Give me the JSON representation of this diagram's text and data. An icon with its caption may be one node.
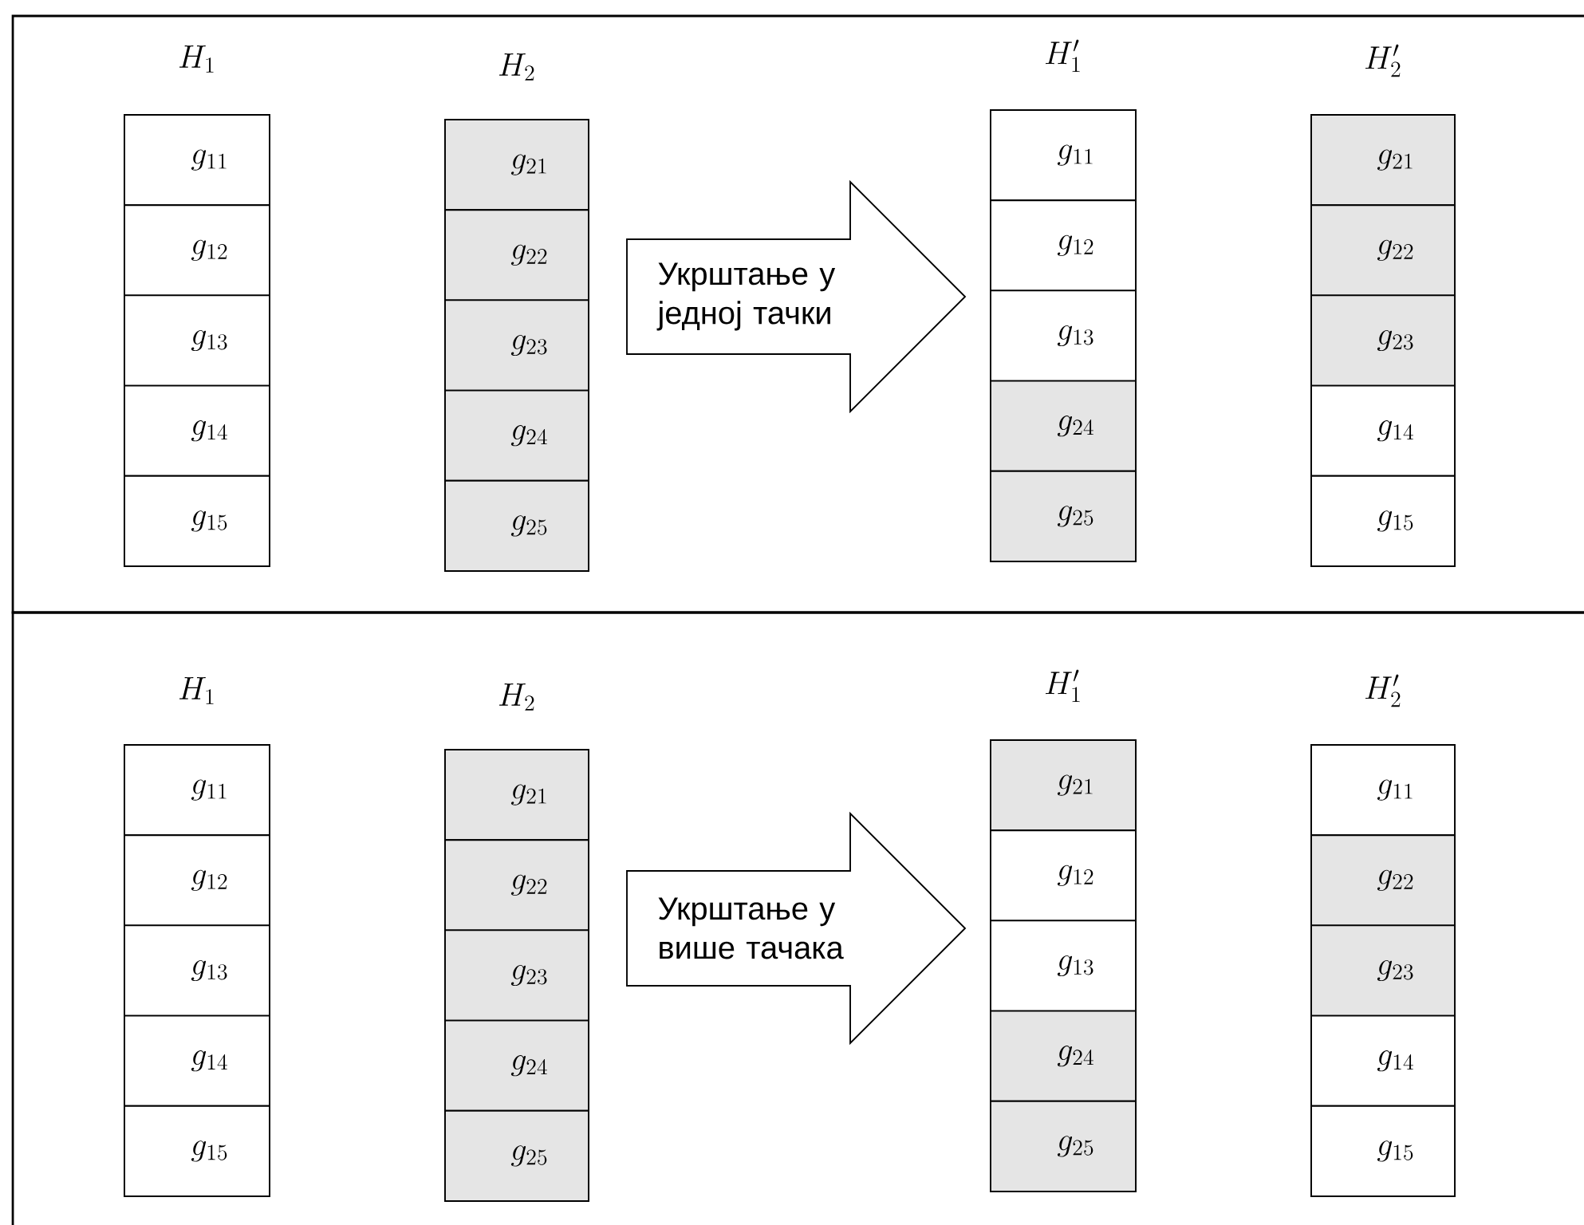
{
  "diagram": {
    "nodes": [
      {
        "text": [],
        "shape": "box"
      },
      {
        "text": [
          "H_1"
        ],
        "in": 0
      },
      {
        "text": [
          "g_{11}"
        ],
        "in": 1
      },
      {
        "text": [
          "g_{12}"
        ],
        "in": 1
      },
      {
        "text": [
          "g_{13}"
        ],
        "in": 1
      },
      {
        "text": [
          "g_{14}"
        ],
        "in": 1
      },
      {
        "text": [
          "g_{15}"
        ],
        "in": 1
      },
      {
        "text": [
          "H_2"
        ],
        "in": 0
      },
      {
        "text": [
          "g_{21}"
        ],
        "in": 7
      },
      {
        "text": [
          "g_{22}"
        ],
        "in": 7
      },
      {
        "text": [
          "g_{23}"
        ],
        "in": 7
      },
      {
        "text": [
          "g_{24}"
        ],
        "in": 7
      },
      {
        "text": [
          "g_{25}"
        ],
        "in": 7
      },
      {
        "text": [
          "Укрштање у једној тачки"
        ],
        "in": 0
      },
      {
        "text": [
          "H_1'"
        ],
        "in": 0
      },
      {
        "text": [
          "g_{11}"
        ],
        "in": 14
      },
      {
        "text": [
          "g_{12}"
        ],
        "in": 14
      },
      {
        "text": [
          "g_{13}"
        ],
        "in": 14
      },
      {
        "text": [
          "g_{24}"
        ],
        "in": 14
      },
      {
        "text": [
          "g_{25}"
        ],
        "in": 14
      },
      {
        "text": [
          "H_2'"
        ],
        "in": 0
      },
      {
        "text": [
          "g_{21}"
        ],
        "in": 20
      },
      {
        "text": [
          "g_{22}"
        ],
        "in": 20
      },
      {
        "text": [
          "g_{23}"
        ],
        "in": 20
      },
      {
        "text": [
          "g_{14}"
        ],
        "in": 20
      },
      {
        "text": [
          "g_{15}"
        ],
        "in": 20
      },
      {
        "text": [],
        "shape": "box"
      },
      {
        "text": [
          "H_1"
        ],
        "in": 26
      },
      {
        "text": [
          "g_{11}"
        ],
        "in": 27
      },
      {
        "text": [
          "g_{12}"
        ],
        "in": 27
      },
      {
        "text": [
          "g_{13}"
        ],
        "in": 27
      },
      {
        "text": [
          "g_{14}"
        ],
        "in": 27
      },
      {
        "text": [
          "g_{15}"
        ],
        "in": 27
      },
      {
        "text": [
          "H_2"
        ],
        "in": 26
      },
      {
        "text": [
          "g_{21}"
        ],
        "in": 33
      },
      {
        "text": [
          "g_{22}"
        ],
        "in": 33
      },
      {
        "text": [
          "g_{23}"
        ],
        "in": 33
      },
      {
        "text": [
          "g_{24}"
        ],
        "in": 33
      },
      {
        "text": [
          "g_{25}"
        ],
        "in": 33
      },
      {
        "text": [
          "Укрштање у више тачака"
        ],
        "in": 26
      },
      {
        "text": [
          "H_1'"
        ],
        "in": 26
      },
      {
        "text": [
          "g_{21}"
        ],
        "in": 40
      },
      {
        "text": [
          "g_{12}"
        ],
        "in": 40
      },
      {
        "text": [
          "g_{13}"
        ],
        "in": 40
      },
      {
        "text": [
          "g_{24}"
        ],
        "in": 40
      },
      {
        "text": [
          "g_{25}"
        ],
        "in": 40
      },
      {
        "text": [
          "H_2'"
        ],
        "in": 26
      },
      {
        "text": [
          "g_{11}"
        ],
        "in": 46
      },
      {
        "text": [
          "g_{22}"
        ],
        "in": 46
      },
      {
        "text": [
          "g_{23}"
        ],
        "in": 46
      },
      {
        "text": [
          "g_{14}"
        ],
        "in": 46
      },
      {
        "text": [
          "g_{15}"
        ],
        "in": 46
      }
    ]
  }
}
